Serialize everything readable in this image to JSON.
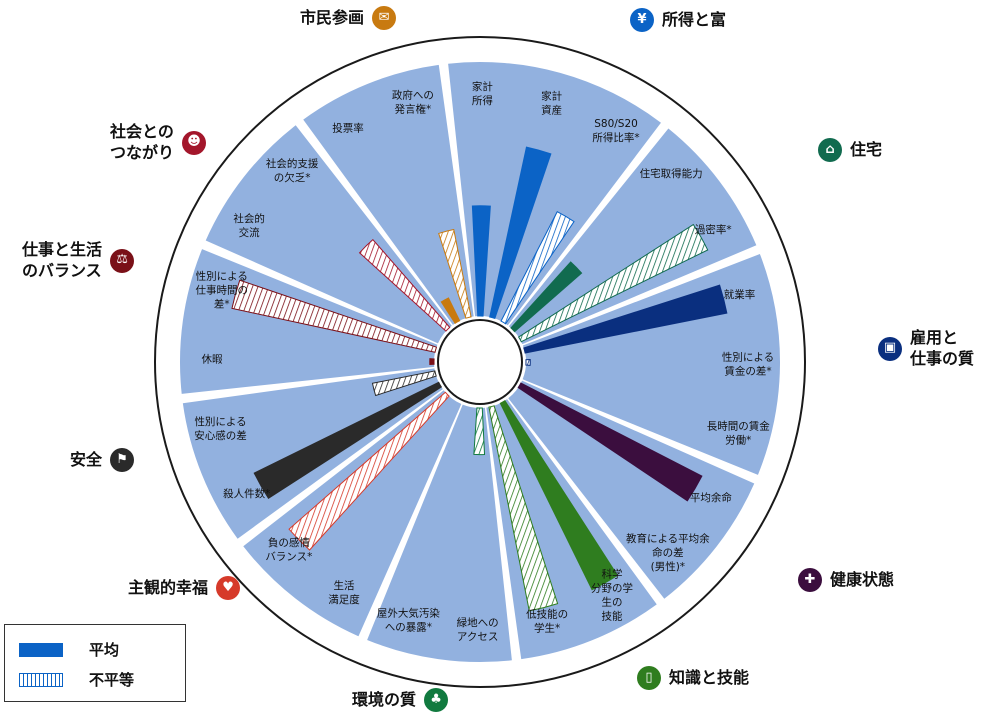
{
  "chart_data": {
    "type": "radial-bar",
    "legend": [
      {
        "label": "平均",
        "style": "solid"
      },
      {
        "label": "不平等",
        "style": "hatched"
      }
    ],
    "dimensions": [
      {
        "name": "所得と富",
        "icon": "money-icon",
        "glyph": "¥",
        "color": "#0b63c6",
        "indicators": [
          {
            "label": "家計\n所得",
            "kind": "avg",
            "value": 0.52
          },
          {
            "label": "家計\n資産",
            "kind": "avg",
            "value": 0.82
          },
          {
            "label": "S80/S20\n所得比率*",
            "kind": "ineq",
            "value": 0.58
          }
        ]
      },
      {
        "name": "住宅",
        "icon": "house-icon",
        "glyph": "⌂",
        "color": "#116b4f",
        "indicators": [
          {
            "label": "住宅取得能力",
            "kind": "avg",
            "value": 0.42
          },
          {
            "label": "過密率*",
            "kind": "ineq",
            "value": 0.98
          }
        ]
      },
      {
        "name": "雇用と\n仕事の質",
        "icon": "briefcase-icon",
        "glyph": "▣",
        "color": "#0a2f7f",
        "indicators": [
          {
            "label": "就業率",
            "kind": "avg",
            "value": 0.97
          },
          {
            "label": "性別による\n賃金の差*",
            "kind": "ineq",
            "value": 0.02
          },
          {
            "label": "長時間の賃金\n労働*",
            "kind": "ineq",
            "value": 0.0
          }
        ]
      },
      {
        "name": "健康状態",
        "icon": "cross-icon",
        "glyph": "✚",
        "color": "#3b0e3e",
        "indicators": [
          {
            "label": "平均余命",
            "kind": "avg",
            "value": 0.96
          },
          {
            "label": "教育による平均余\n命の差\n(男性)*",
            "kind": "ineq",
            "value": 0.0
          }
        ]
      },
      {
        "name": "知識と技能",
        "icon": "book-icon",
        "glyph": "▯",
        "color": "#2f7d1f",
        "indicators": [
          {
            "label": "科学\n分野の学\n生の\n技能",
            "kind": "avg",
            "value": 0.98
          },
          {
            "label": "低技能の\n学生*",
            "kind": "ineq",
            "value": 0.98
          }
        ]
      },
      {
        "name": "環境の質",
        "icon": "tree-icon",
        "glyph": "♣",
        "color": "#117a3f",
        "indicators": [
          {
            "label": "緑地への\nアクセス",
            "kind": "ineq",
            "value": 0.22
          },
          {
            "label": "屋外大気汚染\nへの暴露*",
            "kind": "ineq",
            "value": 0.0
          }
        ]
      },
      {
        "name": "主観的幸福",
        "icon": "heart-icon",
        "glyph": "♥",
        "color": "#d63a2a",
        "indicators": [
          {
            "label": "生活\n満足度",
            "kind": "avg",
            "value": 0.0
          },
          {
            "label": "負の感情\nバランス*",
            "kind": "ineq",
            "value": 0.98
          }
        ]
      },
      {
        "name": "安全",
        "icon": "runner-icon",
        "glyph": "⚑",
        "color": "#2a2a2a",
        "indicators": [
          {
            "label": "殺人件数*",
            "kind": "avg",
            "value": 0.97
          },
          {
            "label": "性別による\n安心感の差",
            "kind": "ineq",
            "value": 0.3
          }
        ]
      },
      {
        "name": "仕事と生活\nのバランス",
        "icon": "scales-icon",
        "glyph": "⚖",
        "color": "#7a1018",
        "indicators": [
          {
            "label": "休暇",
            "kind": "avg",
            "value": 0.02
          },
          {
            "label": "性別による\n仕事時間の\n差*",
            "kind": "ineq",
            "value": 0.98
          }
        ]
      },
      {
        "name": "社会との\nつながり",
        "icon": "people-icon",
        "glyph": "☻",
        "color": "#a3162b",
        "indicators": [
          {
            "label": "社会的\n交流",
            "kind": "avg",
            "value": 0.0
          },
          {
            "label": "社会的支援\nの欠乏*",
            "kind": "ineq",
            "value": 0.55
          }
        ]
      },
      {
        "name": "市民参画",
        "icon": "ballot-icon",
        "glyph": "✉",
        "color": "#c87a10",
        "indicators": [
          {
            "label": "投票率",
            "kind": "avg",
            "value": 0.12
          },
          {
            "label": "政府への\n発言権*",
            "kind": "ineq",
            "value": 0.42
          }
        ]
      }
    ]
  }
}
